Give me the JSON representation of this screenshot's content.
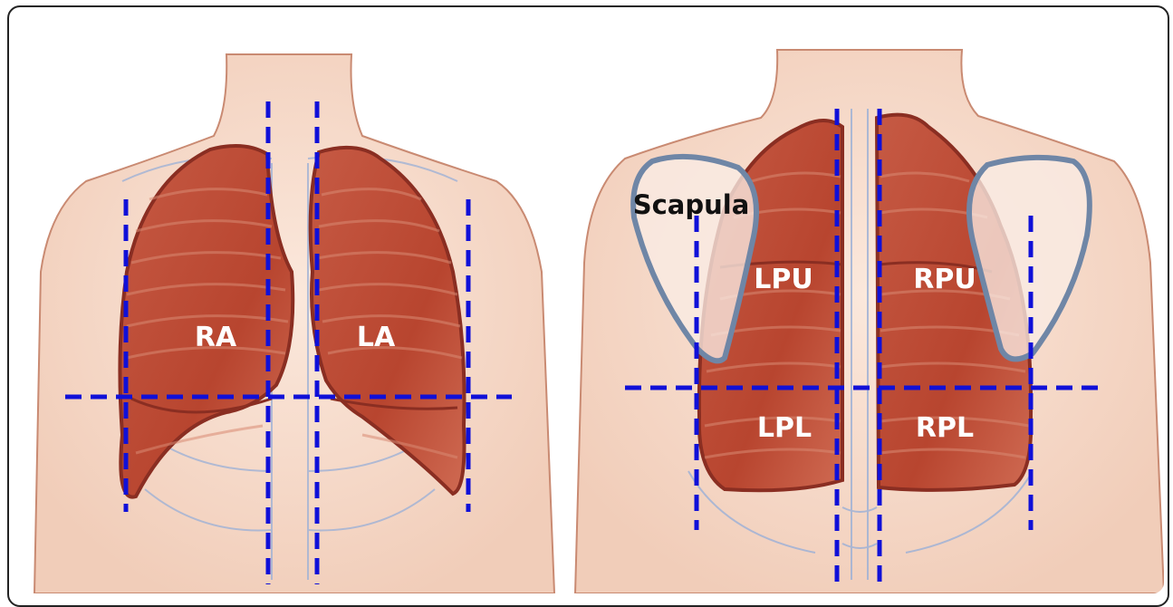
{
  "panels": {
    "anterior": {
      "labels": {
        "right_anterior": "RA",
        "left_anterior": "LA"
      }
    },
    "posterior": {
      "labels": {
        "scapula": "Scapula",
        "left_posterior_upper": "LPU",
        "right_posterior_upper": "RPU",
        "left_posterior_lower": "LPL",
        "right_posterior_lower": "RPL"
      }
    }
  },
  "colors": {
    "skin": "#f6dccd",
    "skin_outline": "#c98a72",
    "lung_fill": "#c8553f",
    "lung_outline": "#8a2e22",
    "rib_lines": "#8fa6cf",
    "scapula_outline": "#6f86a6",
    "guide_lines": "#1010d8",
    "label_white": "#ffffff",
    "label_dark": "#111111"
  }
}
